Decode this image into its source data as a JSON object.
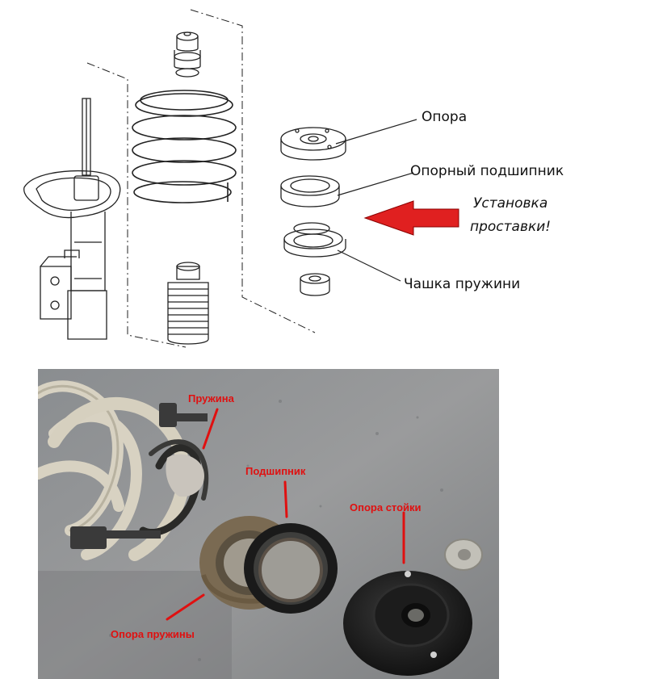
{
  "diagram": {
    "labels": {
      "mount": "Опора",
      "bearing": "Опорный подшипник",
      "spring_cup": "Чашка пружини"
    },
    "note_line1": "Установка",
    "note_line2": "проставки!",
    "arrow_color": "#e02020"
  },
  "photo": {
    "labels": {
      "spring": "Пружина",
      "bearing": "Подшипник",
      "strut_mount": "Опора стойки",
      "spring_seat": "Опора пружины"
    },
    "label_color": "#e01010"
  }
}
